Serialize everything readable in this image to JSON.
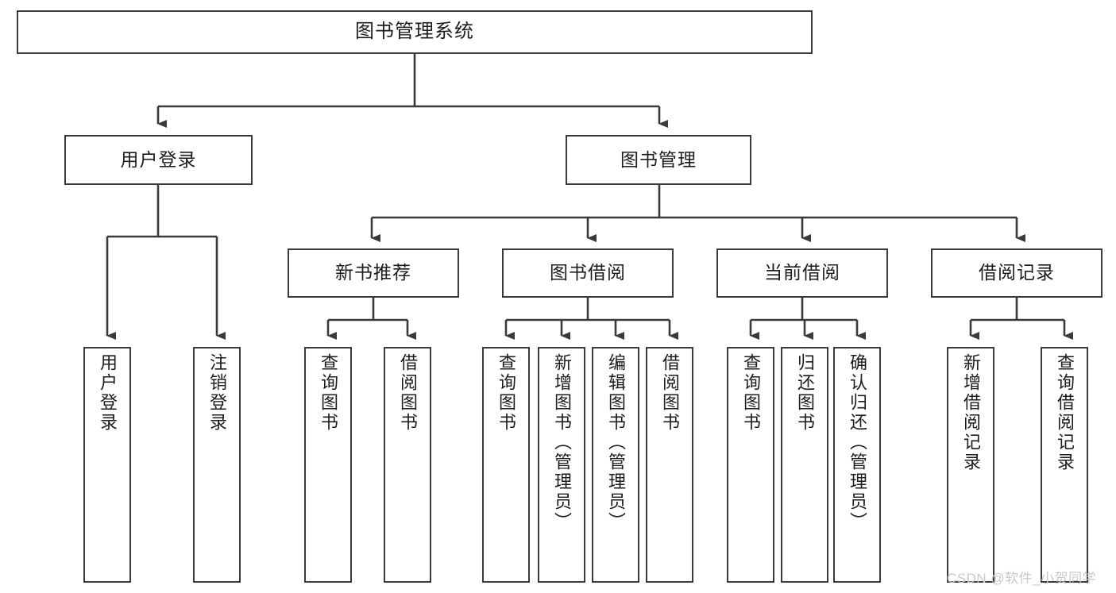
{
  "diagram": {
    "title": "图书管理系统",
    "type": "tree-hierarchy",
    "colors": {
      "box_border": "#3a3a3a",
      "box_fill": "#ffffff",
      "connector": "#3a3a3a",
      "text": "#1c1c1c",
      "watermark": "#c9c9c9",
      "background": "#ffffff"
    }
  },
  "root": {
    "label": "图书管理系统"
  },
  "level2": [
    {
      "label": "用户登录"
    },
    {
      "label": "图书管理"
    }
  ],
  "level3": [
    {
      "label": "新书推荐"
    },
    {
      "label": "图书借阅"
    },
    {
      "label": "当前借阅"
    },
    {
      "label": "借阅记录"
    }
  ],
  "leaves": {
    "user_login": [
      {
        "label": "用户登录"
      },
      {
        "label": "注销登录"
      }
    ],
    "new_book_recommend": [
      {
        "label": "查询图书"
      },
      {
        "label": "借阅图书"
      }
    ],
    "book_borrow": [
      {
        "label": "查询图书"
      },
      {
        "label": "新增图书（管理员）"
      },
      {
        "label": "编辑图书（管理员）"
      },
      {
        "label": "借阅图书"
      }
    ],
    "current_borrow": [
      {
        "label": "查询图书"
      },
      {
        "label": "归还图书"
      },
      {
        "label": "确认归还（管理员）"
      }
    ],
    "borrow_record": [
      {
        "label": "新增借阅记录"
      },
      {
        "label": "查询借阅记录"
      }
    ]
  },
  "watermark": {
    "text": "CSDN @软件_小贺同学"
  }
}
